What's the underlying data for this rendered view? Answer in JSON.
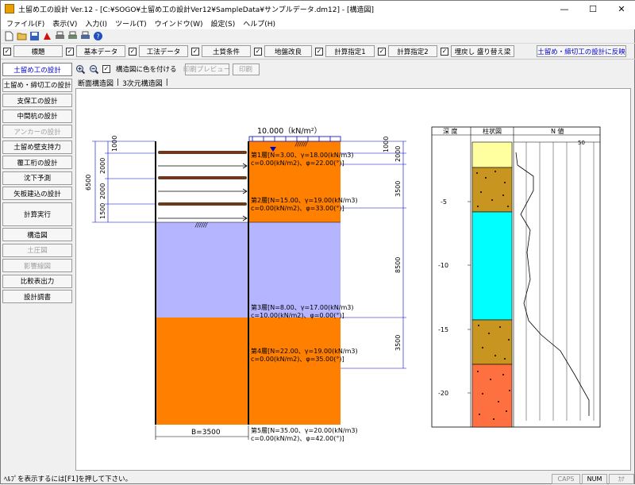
{
  "window": {
    "title": "土留め工の設計 Ver.12 - [C:¥SOGO¥土留め工の設計Ver12¥SampleData¥サンプルデータ.dm12] - [構造図]",
    "minimize": "—",
    "maximize": "☐",
    "close": "✕"
  },
  "menu": [
    "ファイル(F)",
    "表示(V)",
    "入力(I)",
    "ツール(T)",
    "ウインドウ(W)",
    "設定(S)",
    "ヘルプ(H)"
  ],
  "steps": [
    {
      "label": "標題",
      "checked": true
    },
    {
      "label": "基本データ",
      "checked": true
    },
    {
      "label": "工法データ",
      "checked": true
    },
    {
      "label": "土質条件",
      "checked": true
    },
    {
      "label": "地盤改良",
      "checked": true
    },
    {
      "label": "計算指定1",
      "checked": true
    },
    {
      "label": "計算指定2",
      "checked": true
    },
    {
      "label": "埋戻し 盛り替え梁",
      "checked": true
    }
  ],
  "reflect_button": "土留め・締切工の設計に反映",
  "sidebar": [
    {
      "label": "土留め工の設計",
      "state": "active"
    },
    {
      "label": "土留め・締切工の設計",
      "state": "normal"
    },
    {
      "label": "支保工の設計",
      "state": "normal"
    },
    {
      "label": "中間杭の設計",
      "state": "normal"
    },
    {
      "label": "アンカーの設計",
      "state": "disabled"
    },
    {
      "label": "土留め壁支持力",
      "state": "normal"
    },
    {
      "label": "覆工桁の設計",
      "state": "normal"
    },
    {
      "label": "沈下予測",
      "state": "normal"
    },
    {
      "label": "矢板建込の設計",
      "state": "normal"
    },
    {
      "label": "計算実行",
      "state": "tall"
    },
    {
      "label": "構造図",
      "state": "normal"
    },
    {
      "label": "土圧図",
      "state": "disabled"
    },
    {
      "label": "影響線図",
      "state": "disabled"
    },
    {
      "label": "比較表出力",
      "state": "normal"
    },
    {
      "label": "設計調書",
      "state": "normal"
    }
  ],
  "subtool": {
    "color_check_label": "構造図に色を付ける",
    "print_preview": "印刷プレビュー",
    "print": "印刷"
  },
  "tabs": [
    "断面構造図",
    "3次元構造図"
  ],
  "drawing": {
    "surcharge": "10.000（kN/m²）",
    "width_label": "B=3500",
    "ground_mark": "//////",
    "left_total": "6500",
    "left_dims": [
      "1000",
      "2000",
      "2000",
      "1500"
    ],
    "right_dims": [
      "1000",
      "2000",
      "3500",
      "8500",
      "3500"
    ],
    "layers": [
      {
        "name": "第1層[N=3.00、γ=18.00(kN/m3)",
        "params": "c=0.00(kN/m2)、φ=22.00(°)]",
        "color": "#ff8000"
      },
      {
        "name": "第2層[N=15.00、γ=19.00(kN/m3)",
        "params": "c=0.00(kN/m2)、φ=33.00(°)]",
        "color": "#ff8000"
      },
      {
        "name": "第3層[N=8.00、γ=17.00(kN/m3)",
        "params": "c=10.00(kN/m2)、φ=0.00(°)]",
        "color": "#b4b4ff"
      },
      {
        "name": "第4層[N=22.00、γ=19.00(kN/m3)",
        "params": "c=0.00(kN/m2)、φ=35.00(°)]",
        "color": "#ff8000"
      },
      {
        "name": "第5層[N=35.00、γ=20.00(kN/m3)",
        "params": "c=0.00(kN/m2)、φ=42.00(°)]",
        "color": "#ff8000"
      }
    ]
  },
  "boring": {
    "depth_header": "深 度",
    "column_header": "柱状図",
    "n_header": "N 値",
    "n_max_label": "50",
    "depth_ticks": [
      "-5",
      "-10",
      "-15",
      "-20"
    ],
    "strata_colors": [
      "#ffffa0",
      "#c89620",
      "#00ffff",
      "#c89620",
      "#ff7040"
    ]
  },
  "status": {
    "help": "ﾍﾙﾌﾟを表示するには[F1]を押して下さい。",
    "caps": "CAPS",
    "num": "NUM",
    "kana": "ｶﾅ"
  }
}
